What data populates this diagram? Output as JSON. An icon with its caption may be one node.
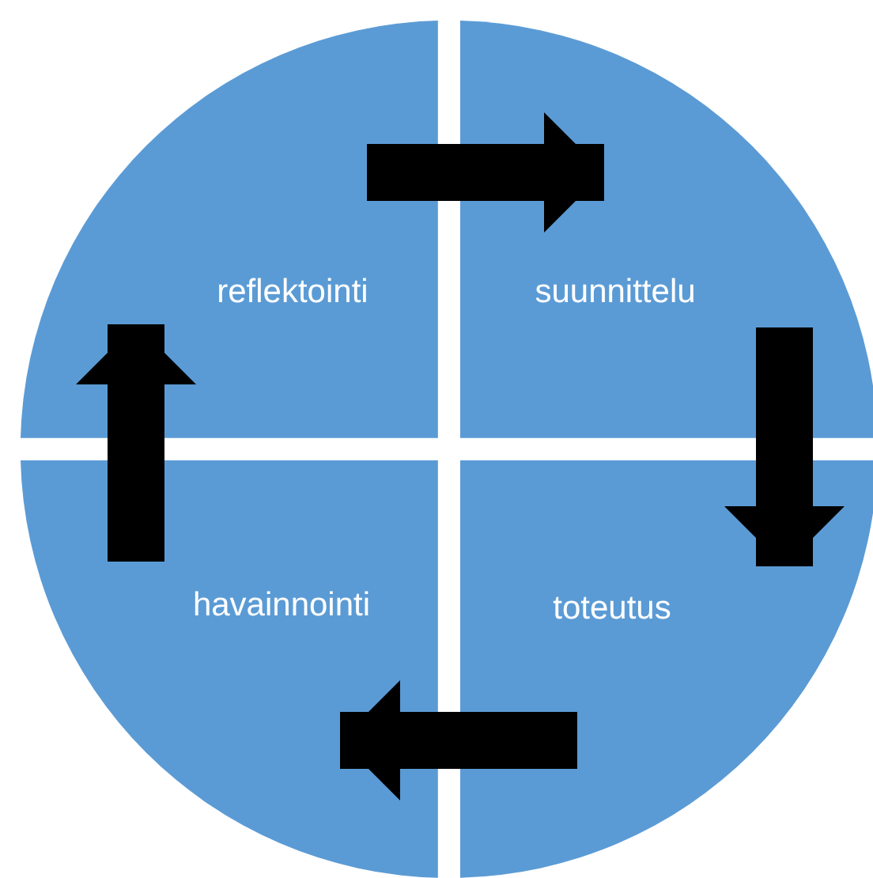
{
  "diagram": {
    "nodes": [
      {
        "text": [
          "reflektointi"
        ]
      },
      {
        "text": [
          "suunnittelu"
        ]
      },
      {
        "text": [
          "havainnointi"
        ]
      },
      {
        "text": [
          "toteutus"
        ]
      }
    ],
    "edges": [
      {
        "from": 0,
        "to": 1,
        "arrow": "to"
      },
      {
        "from": 1,
        "to": 3,
        "arrow": "to"
      },
      {
        "from": 3,
        "to": 2,
        "arrow": "to"
      },
      {
        "from": 2,
        "to": 0,
        "arrow": "to"
      }
    ]
  }
}
